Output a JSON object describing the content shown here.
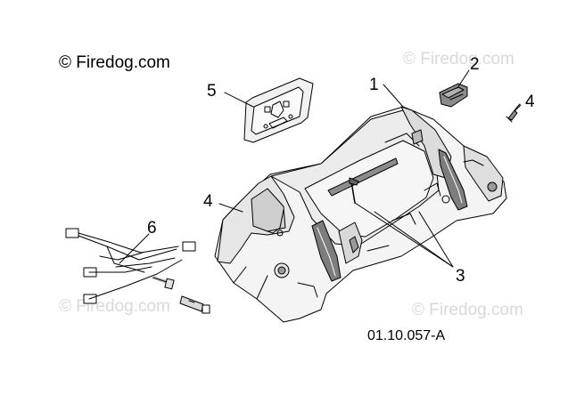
{
  "watermark": {
    "main": "© Firedog.com",
    "faded": "© Firedog.com"
  },
  "callouts": {
    "c1": "1",
    "c2": "2",
    "c3": "3",
    "c4a": "4",
    "c4b": "4",
    "c5": "5",
    "c6": "6"
  },
  "diagram_code": "01.10.057-A"
}
